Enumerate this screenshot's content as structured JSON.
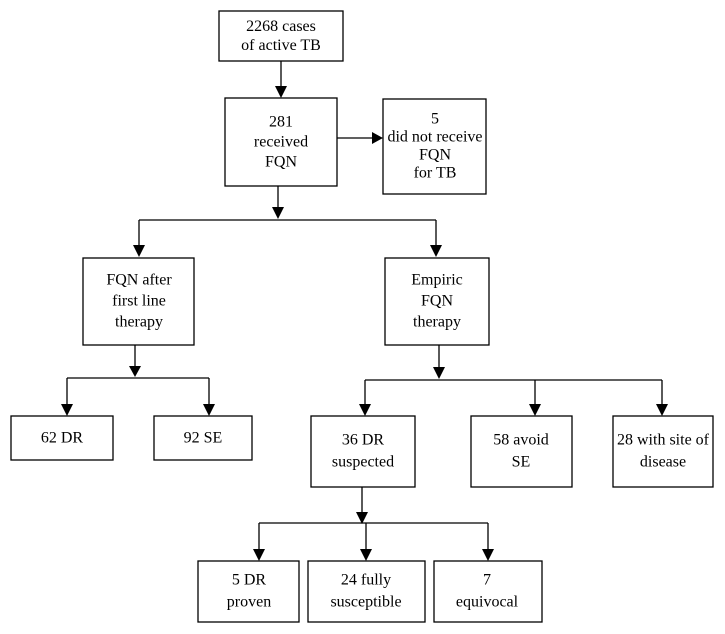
{
  "diagram": {
    "nodes": {
      "n_total": {
        "lines": [
          "2268 cases",
          "of active TB"
        ]
      },
      "n_received": {
        "lines": [
          "281",
          "received",
          "FQN"
        ]
      },
      "n_not_received": {
        "lines": [
          "5",
          "did not receive",
          "FQN",
          "for TB"
        ]
      },
      "n_after_first": {
        "lines": [
          "FQN after",
          "first line",
          "therapy"
        ]
      },
      "n_empiric": {
        "lines": [
          "Empiric",
          "FQN",
          "therapy"
        ]
      },
      "n_62dr": {
        "lines": [
          "62 DR"
        ]
      },
      "n_92se": {
        "lines": [
          "92 SE"
        ]
      },
      "n_36dr": {
        "lines": [
          "36 DR",
          "suspected"
        ]
      },
      "n_58avoid": {
        "lines": [
          "58 avoid",
          "SE"
        ]
      },
      "n_28site": {
        "lines": [
          "28 with site of",
          "disease"
        ]
      },
      "n_5dr": {
        "lines": [
          "5 DR",
          "proven"
        ]
      },
      "n_24fully": {
        "lines": [
          "24 fully",
          "susceptible"
        ]
      },
      "n_7equiv": {
        "lines": [
          "7",
          "equivocal"
        ]
      }
    },
    "edges": [
      {
        "from": "n_total",
        "to": "n_received"
      },
      {
        "from": "n_received",
        "to": "n_not_received"
      },
      {
        "from": "n_received",
        "to": "n_after_first"
      },
      {
        "from": "n_received",
        "to": "n_empiric"
      },
      {
        "from": "n_after_first",
        "to": "n_62dr"
      },
      {
        "from": "n_after_first",
        "to": "n_92se"
      },
      {
        "from": "n_empiric",
        "to": "n_36dr"
      },
      {
        "from": "n_empiric",
        "to": "n_58avoid"
      },
      {
        "from": "n_empiric",
        "to": "n_28site"
      },
      {
        "from": "n_36dr",
        "to": "n_5dr"
      },
      {
        "from": "n_36dr",
        "to": "n_24fully"
      },
      {
        "from": "n_36dr",
        "to": "n_7equiv"
      }
    ]
  }
}
